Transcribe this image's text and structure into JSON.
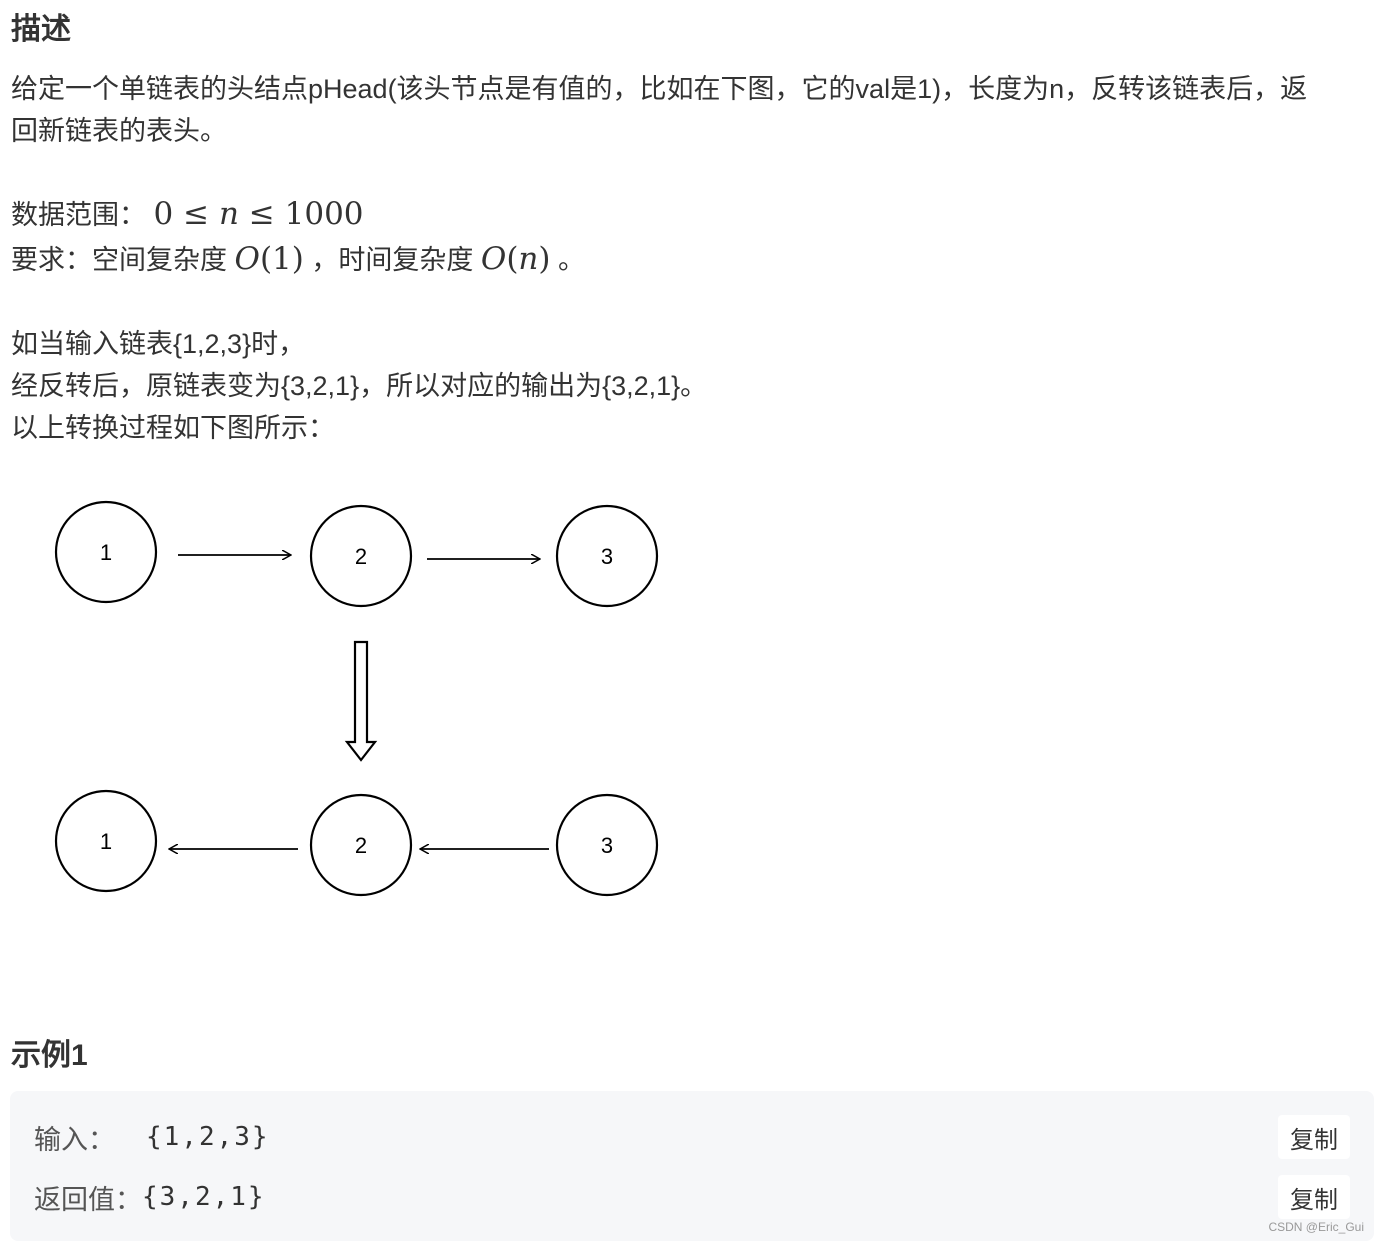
{
  "description": {
    "title": "描述",
    "line1": "给定一个单链表的头结点pHead(该头节点是有值的，比如在下图，它的val是1)，长度为n，反转该链表后，返",
    "line2": "回新链表的表头。",
    "range_label": "数据范围：",
    "range_zero": "0",
    "range_le1": "≤",
    "range_n": "n",
    "range_le2": "≤",
    "range_max": "1000",
    "req_label": "要求：空间复杂度",
    "req_space_O": "O",
    "req_space_arg": "(1)",
    "req_mid": "，时间复杂度",
    "req_time_O": "O",
    "req_time_open": "(",
    "req_time_n": "n",
    "req_time_close": ")",
    "req_end": "。",
    "example_line1": "如当输入链表{1,2,3}时，",
    "example_line2": "经反转后，原链表变为{3,2,1}，所以对应的输出为{3,2,1}。",
    "example_line3": "以上转换过程如下图所示："
  },
  "diagram": {
    "before_nodes": [
      "1",
      "2",
      "3"
    ],
    "after_nodes": [
      "1",
      "2",
      "3"
    ]
  },
  "example": {
    "title": "示例1",
    "input_label": "输入：",
    "input_value": "{1,2,3}",
    "output_label": "返回值：",
    "output_value": "{3,2,1}",
    "copy_label": "复制"
  },
  "watermark": "CSDN @Eric_Gui"
}
